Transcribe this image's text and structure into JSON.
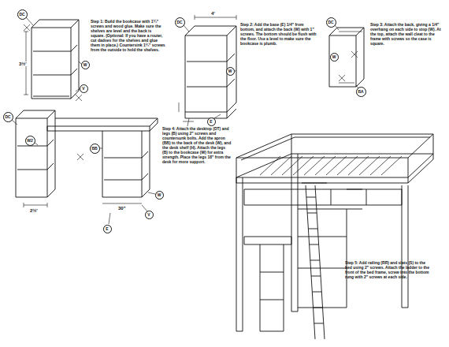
{
  "diagram": {
    "nodes": [
      {
        "text": [
          "DC"
        ]
      },
      {
        "text": [
          "W"
        ]
      },
      {
        "text": [
          "V"
        ]
      },
      {
        "text": [
          "DC"
        ]
      },
      {
        "text": [
          "W"
        ]
      },
      {
        "text": [
          "E"
        ]
      },
      {
        "text": [
          "DC"
        ]
      },
      {
        "text": [
          "W"
        ]
      },
      {
        "text": [
          "BA"
        ]
      },
      {
        "text": [
          "DC"
        ]
      },
      {
        "text": [
          "W2"
        ]
      },
      {
        "text": [
          "BB"
        ]
      },
      {
        "text": [
          "W"
        ]
      },
      {
        "text": [
          "V"
        ]
      },
      {
        "text": [
          "E"
        ]
      }
    ],
    "labels": [
      "Step 1: Build the bookcase with 1¼\" screws and wood glue. Make sure the shelves are level and the back is square. (Optional: If you have a router, cut dadoes for the shelves and glue them in place.) Countersink 1¼\" screws from the outside to hold the shelves.",
      "Step 2: Add the base (E) 1/4\" from bottom, and attach the back (W) with 1\" screws. The bottom should be flush with the floor. Use a level to make sure the bookcase is plumb.",
      "Step 3: Attach the back, giving a 1/4\" overhang on each side to stop (W). At the top, attach the wall cleat to the frame with screws so the case is square.",
      "Step 4: Attach the desktop (DT) and legs (B) using 2\" screws and countersunk bolts. Add the apron (BB) to the back of the desk (W), and the desk shelf (H). Attach the legs (B) to the bookcase (W) for extra strength. Place the legs 18\" from the desk for more support.",
      "Step 5: Add railing (RR) and slats (S) to the bed using 2\" screws. Attach the ladder to the front of the bed frame, screw into the bottom rung with 2\" screws at each side.",
      "3½'",
      "4'",
      "2½'",
      "30\""
    ]
  }
}
